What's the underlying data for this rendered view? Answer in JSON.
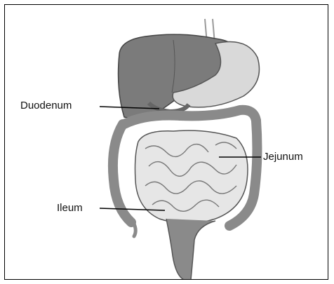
{
  "labels": {
    "duodenum": "Duodenum",
    "jejunum": "Jejunum",
    "ileum": "Ileum"
  },
  "colors": {
    "liver": "#7d7d7d",
    "stomach": "#d8d8d8",
    "colon": "#8a8a8a",
    "small_intestine": "#e6e6e6",
    "outline": "#444444"
  }
}
